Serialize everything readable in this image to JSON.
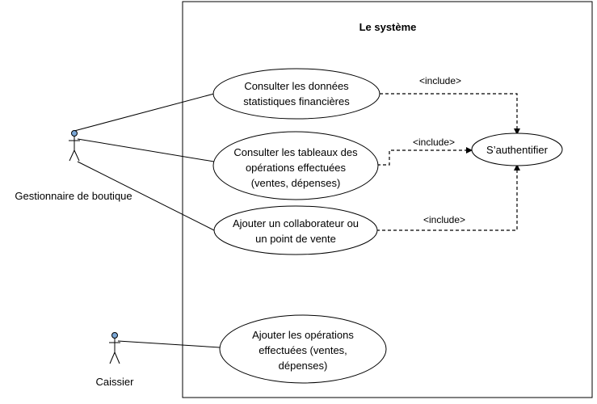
{
  "system": {
    "title": "Le système"
  },
  "actors": [
    {
      "id": "gestionnaire",
      "name": "Gestionnaire de boutique"
    },
    {
      "id": "caissier",
      "name": "Caissier"
    }
  ],
  "use_cases": [
    {
      "id": "uc1",
      "lines": [
        "Consulter les données",
        "statistiques financières"
      ]
    },
    {
      "id": "uc2",
      "lines": [
        "Consulter les tableaux des",
        "opérations effectuées",
        "(ventes, dépenses)"
      ]
    },
    {
      "id": "uc3",
      "lines": [
        "Ajouter un collaborateur ou",
        "un point de vente"
      ]
    },
    {
      "id": "uc4",
      "lines": [
        "S’authentifier"
      ]
    },
    {
      "id": "uc5",
      "lines": [
        "Ajouter les opérations",
        "effectuées (ventes,",
        "dépenses)"
      ]
    }
  ],
  "relations": [
    {
      "label": "<include>"
    },
    {
      "label": "<include>"
    },
    {
      "label": "<include>"
    }
  ],
  "colors": {
    "actor_head": "#7aa7d6",
    "stroke": "#000000"
  }
}
